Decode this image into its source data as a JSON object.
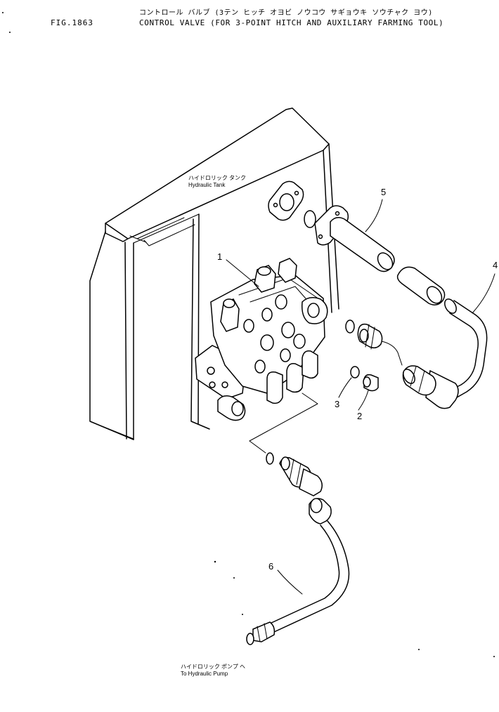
{
  "figure": {
    "number": "FIG.1863",
    "title_katakana": "コントロール バルブ (3テン ヒッチ オヨビ ノウコウ サギョウキ ソウチャク ヨウ)",
    "title_english": "CONTROL VALVE (FOR 3-POINT HITCH AND AUXILIARY FARMING TOOL)"
  },
  "annotations": {
    "hydraulic_tank_jp": "ハイドロリック タンク",
    "hydraulic_tank_en": "Hydraulic Tank",
    "hydraulic_pump_jp": "ハイドロリック ポンプ ヘ",
    "hydraulic_pump_en": "To Hydraulic Pump"
  },
  "callouts": [
    "1",
    "2",
    "3",
    "4",
    "5",
    "6"
  ]
}
